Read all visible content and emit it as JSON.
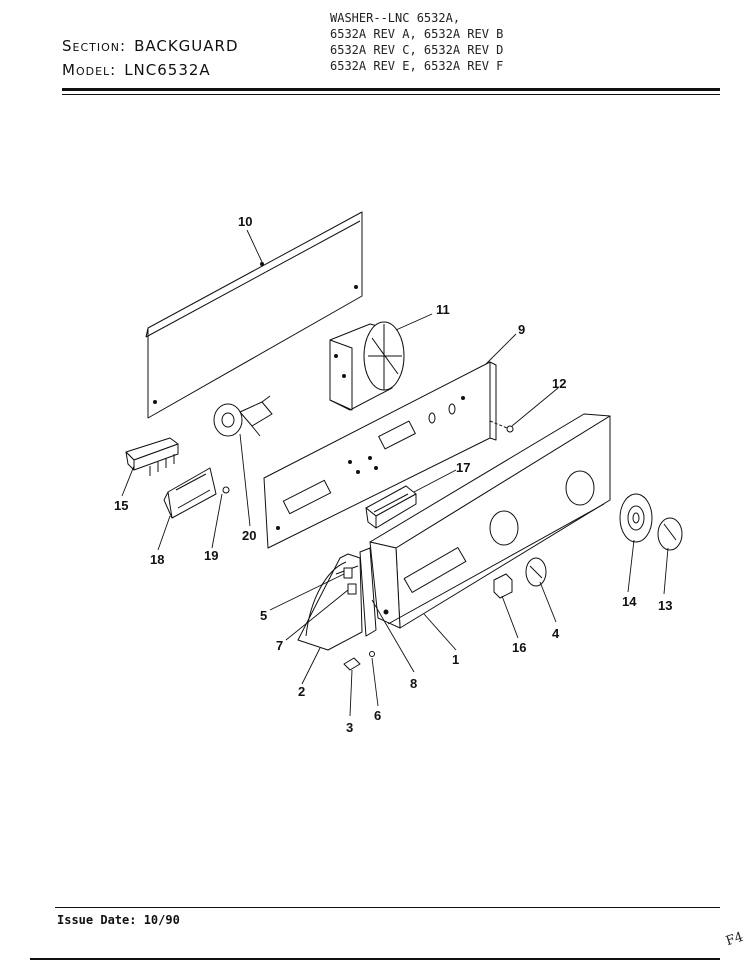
{
  "header": {
    "section_label": "Section:",
    "section_value": "BACKGUARD",
    "model_label": "Model:",
    "model_value": "LNC6532A",
    "applicability": [
      "WASHER--LNC 6532A,",
      "6532A REV A, 6532A REV B",
      "6532A REV C, 6532A REV D",
      "6532A REV E, 6532A REV F"
    ]
  },
  "callouts": [
    "10",
    "11",
    "9",
    "12",
    "15",
    "20",
    "17",
    "18",
    "19",
    "5",
    "7",
    "2",
    "3",
    "6",
    "8",
    "1",
    "16",
    "4",
    "14",
    "13"
  ],
  "footer": {
    "issue_date": "Issue Date: 10/90",
    "page_mark": "F4"
  }
}
